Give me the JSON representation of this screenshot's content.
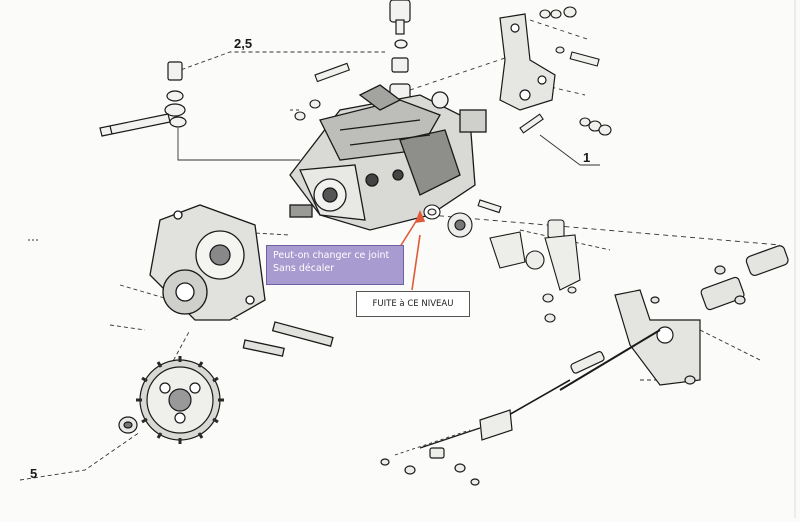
{
  "diagram": {
    "part_labels": {
      "label_top": "2,5",
      "label_right": "1",
      "label_bottom_left": "5"
    },
    "callout": {
      "line1": "Peut-on changer ce joint",
      "line2": "Sans décaler"
    },
    "note": {
      "text": "FUITE à CE NIVEAU"
    },
    "colors": {
      "callout_fill": "#a89bd0",
      "arrow": "#e05a3a",
      "ink": "#1a1a1a"
    }
  }
}
